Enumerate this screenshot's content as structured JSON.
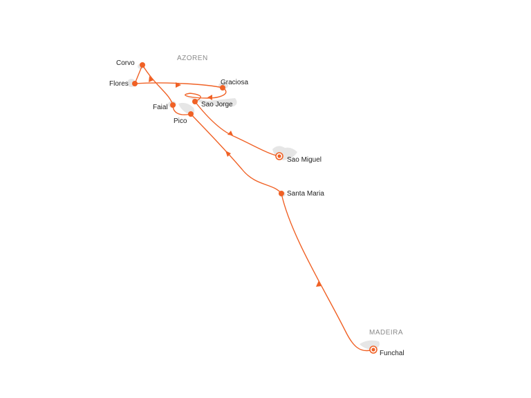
{
  "map": {
    "regions": [
      {
        "id": "azoren",
        "label": "AZOREN"
      },
      {
        "id": "madeira",
        "label": "MADEIRA"
      }
    ],
    "ports": [
      {
        "id": "corvo",
        "label": "Corvo",
        "marker": "dot"
      },
      {
        "id": "flores",
        "label": "Flores",
        "marker": "dot"
      },
      {
        "id": "graciosa",
        "label": "Graciosa",
        "marker": "dot"
      },
      {
        "id": "faial",
        "label": "Faial",
        "marker": "dot"
      },
      {
        "id": "sao-jorge",
        "label": "Sao Jorge",
        "marker": "dot"
      },
      {
        "id": "pico",
        "label": "Pico",
        "marker": "dot"
      },
      {
        "id": "sao-miguel",
        "label": "Sao Miguel",
        "marker": "ring"
      },
      {
        "id": "santa-maria",
        "label": "Santa Maria",
        "marker": "dot"
      },
      {
        "id": "funchal",
        "label": "Funchal",
        "marker": "ring"
      }
    ],
    "route_color": "#f06125",
    "island_color": "#e6e6e6"
  }
}
